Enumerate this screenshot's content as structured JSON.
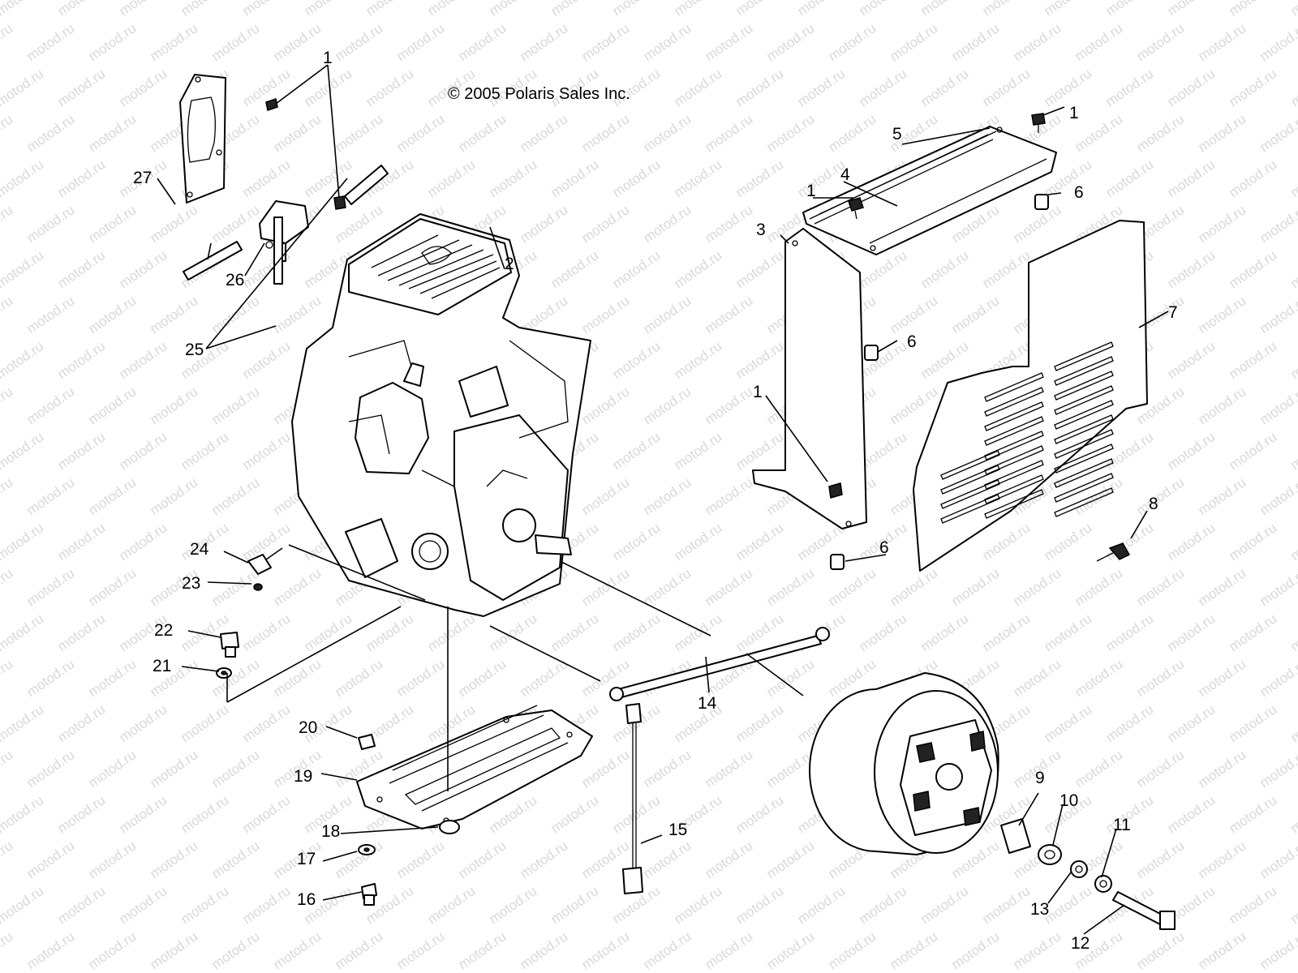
{
  "copyright": "© 2005 Polaris Sales Inc.",
  "watermark": "motod.ru",
  "callouts": [
    {
      "id": "c1a",
      "text": "1"
    },
    {
      "id": "c1b",
      "text": "1"
    },
    {
      "id": "c1c",
      "text": "1"
    },
    {
      "id": "c1d",
      "text": "1"
    },
    {
      "id": "c2",
      "text": "2"
    },
    {
      "id": "c3",
      "text": "3"
    },
    {
      "id": "c4",
      "text": "4"
    },
    {
      "id": "c5",
      "text": "5"
    },
    {
      "id": "c6a",
      "text": "6"
    },
    {
      "id": "c6b",
      "text": "6"
    },
    {
      "id": "c6c",
      "text": "6"
    },
    {
      "id": "c7",
      "text": "7"
    },
    {
      "id": "c8",
      "text": "8"
    },
    {
      "id": "c9",
      "text": "9"
    },
    {
      "id": "c10",
      "text": "10"
    },
    {
      "id": "c11",
      "text": "11"
    },
    {
      "id": "c12",
      "text": "12"
    },
    {
      "id": "c13",
      "text": "13"
    },
    {
      "id": "c14",
      "text": "14"
    },
    {
      "id": "c15",
      "text": "15"
    },
    {
      "id": "c16",
      "text": "16"
    },
    {
      "id": "c17",
      "text": "17"
    },
    {
      "id": "c18",
      "text": "18"
    },
    {
      "id": "c19",
      "text": "19"
    },
    {
      "id": "c20",
      "text": "20"
    },
    {
      "id": "c21",
      "text": "21"
    },
    {
      "id": "c22",
      "text": "22"
    },
    {
      "id": "c23",
      "text": "23"
    },
    {
      "id": "c24",
      "text": "24"
    },
    {
      "id": "c25",
      "text": "25"
    },
    {
      "id": "c26",
      "text": "26"
    },
    {
      "id": "c27",
      "text": "27"
    }
  ]
}
